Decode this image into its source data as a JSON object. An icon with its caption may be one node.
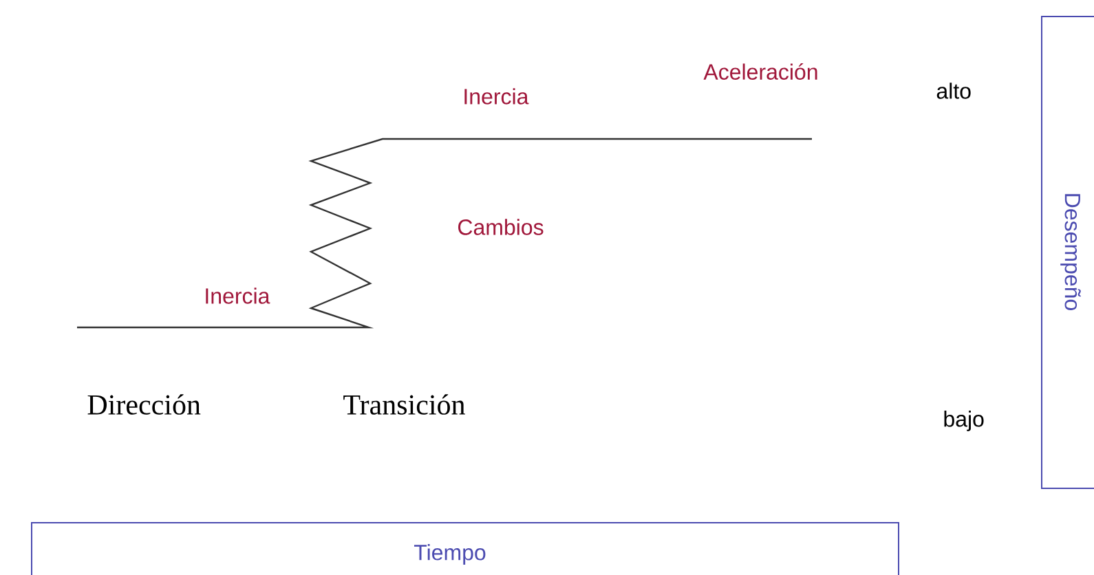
{
  "diagram": {
    "nodes": [
      {
        "text": [
          "Desempeño"
        ]
      },
      {
        "text": [
          "Tiempo"
        ]
      }
    ],
    "labels": [
      "Aceleración",
      "Inercia",
      "alto",
      "Cambios",
      "Inercia",
      "Dirección",
      "Transición",
      "bajo"
    ]
  }
}
